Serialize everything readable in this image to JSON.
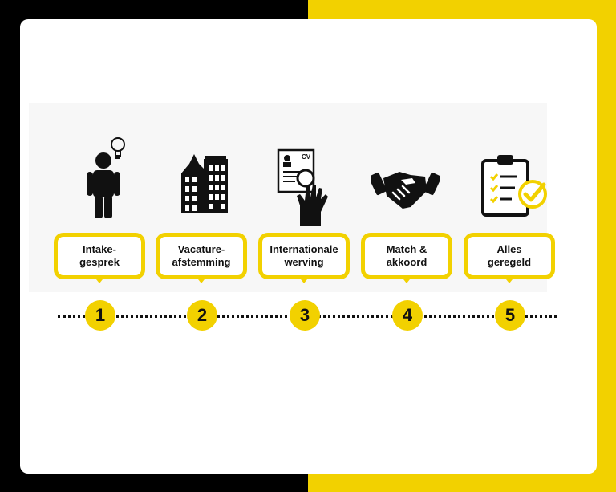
{
  "colors": {
    "accent": "#f2d100",
    "ink": "#111111",
    "left_bg": "#000000",
    "card": "#ffffff"
  },
  "steps": [
    {
      "label": "Intake-\ngesprek",
      "number": "1",
      "icon": "person-lightbulb-icon"
    },
    {
      "label": "Vacature-\nafstemming",
      "number": "2",
      "icon": "building-icon"
    },
    {
      "label": "Internationale\nwerving",
      "number": "3",
      "icon": "cv-magnifier-hand-icon"
    },
    {
      "label": "Match &\nakkoord",
      "number": "4",
      "icon": "handshake-icon"
    },
    {
      "label": "Alles\ngeregeld",
      "number": "5",
      "icon": "clipboard-check-icon"
    }
  ],
  "icons": {
    "cv_text": "CV"
  }
}
